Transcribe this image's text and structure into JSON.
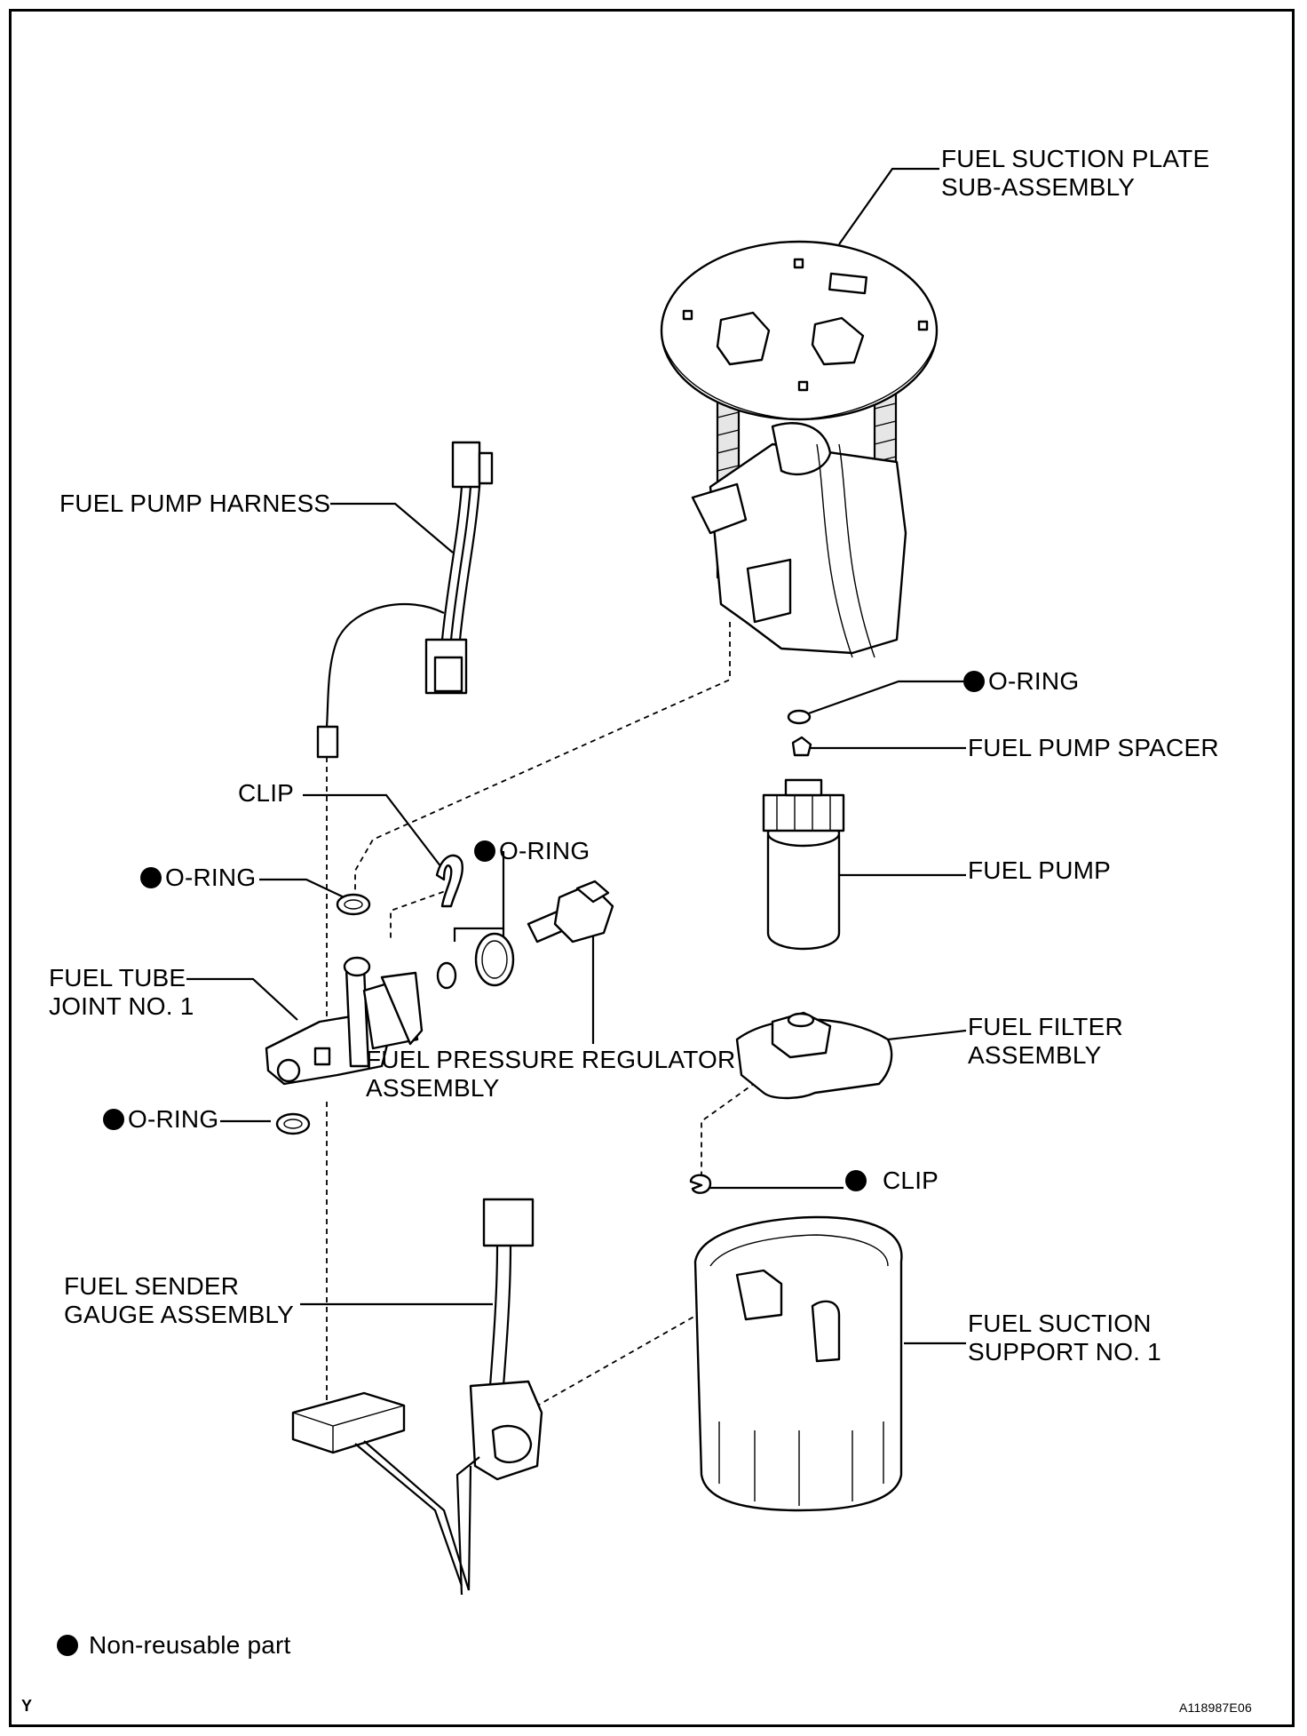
{
  "labels": {
    "fuel_suction_plate_l1": "FUEL SUCTION PLATE",
    "fuel_suction_plate_l2": "SUB-ASSEMBLY",
    "fuel_pump_harness": "FUEL PUMP HARNESS",
    "o_ring_right": "O-RING",
    "fuel_pump_spacer": "FUEL PUMP SPACER",
    "clip_top": "CLIP",
    "o_ring_mid": "O-RING",
    "o_ring_left": "O-RING",
    "fuel_pump": "FUEL PUMP",
    "fuel_tube_joint_l1": "FUEL TUBE",
    "fuel_tube_joint_l2": "JOINT NO. 1",
    "fuel_pressure_regulator_l1": "FUEL PRESSURE REGULATOR",
    "fuel_pressure_regulator_l2": "ASSEMBLY",
    "fuel_filter_l1": "FUEL FILTER",
    "fuel_filter_l2": "ASSEMBLY",
    "o_ring_bottom": "O-RING",
    "clip_bottom": "CLIP",
    "fuel_sender_l1": "FUEL SENDER",
    "fuel_sender_l2": "GAUGE ASSEMBLY",
    "fuel_suction_support_l1": "FUEL SUCTION",
    "fuel_suction_support_l2": "SUPPORT NO. 1"
  },
  "legend": {
    "text": "Non-reusable part"
  },
  "footer": {
    "left_mark": "Y",
    "figure_code": "A118987E06"
  },
  "colors": {
    "ink": "#000000",
    "paper": "#ffffff"
  },
  "icons": {
    "non_reusable_marker": "filled-circle"
  }
}
